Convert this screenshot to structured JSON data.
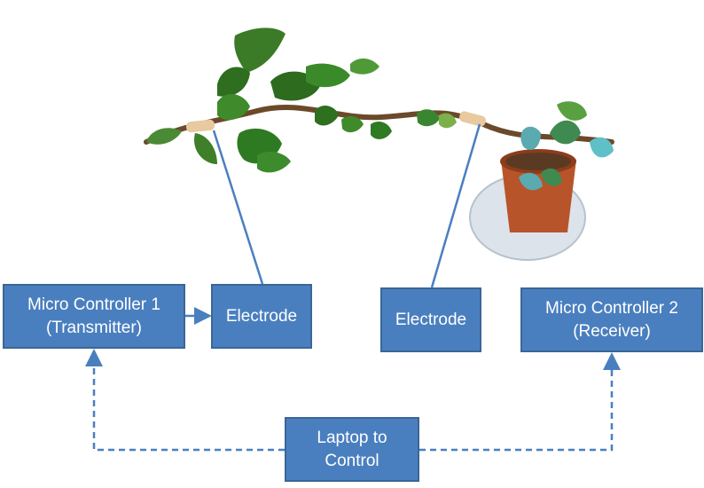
{
  "diagram": {
    "nodes": {
      "mc1": {
        "line1": "Micro Controller 1",
        "line2": "(Transmitter)"
      },
      "electrode1": {
        "label": "Electrode"
      },
      "electrode2": {
        "label": "Electrode"
      },
      "mc2": {
        "line1": "Micro Controller 2",
        "line2": "(Receiver)"
      },
      "laptop": {
        "line1": "Laptop to",
        "line2": "Control"
      }
    },
    "edges": [
      {
        "from": "mc1",
        "to": "electrode1",
        "style": "solid-arrow"
      },
      {
        "from": "electrode1",
        "to": "plant-left-electrode-site",
        "style": "solid-line"
      },
      {
        "from": "electrode2",
        "to": "plant-right-electrode-site",
        "style": "solid-line"
      },
      {
        "from": "laptop",
        "to": "mc1",
        "style": "dashed-arrow"
      },
      {
        "from": "laptop",
        "to": "mc2",
        "style": "dashed-arrow"
      }
    ],
    "colors": {
      "box_fill": "#4a7fbf",
      "box_border": "#3a6698",
      "connector": "#4a7fbf",
      "leaf": "#3f8a2a",
      "pot": "#b8542a"
    }
  }
}
